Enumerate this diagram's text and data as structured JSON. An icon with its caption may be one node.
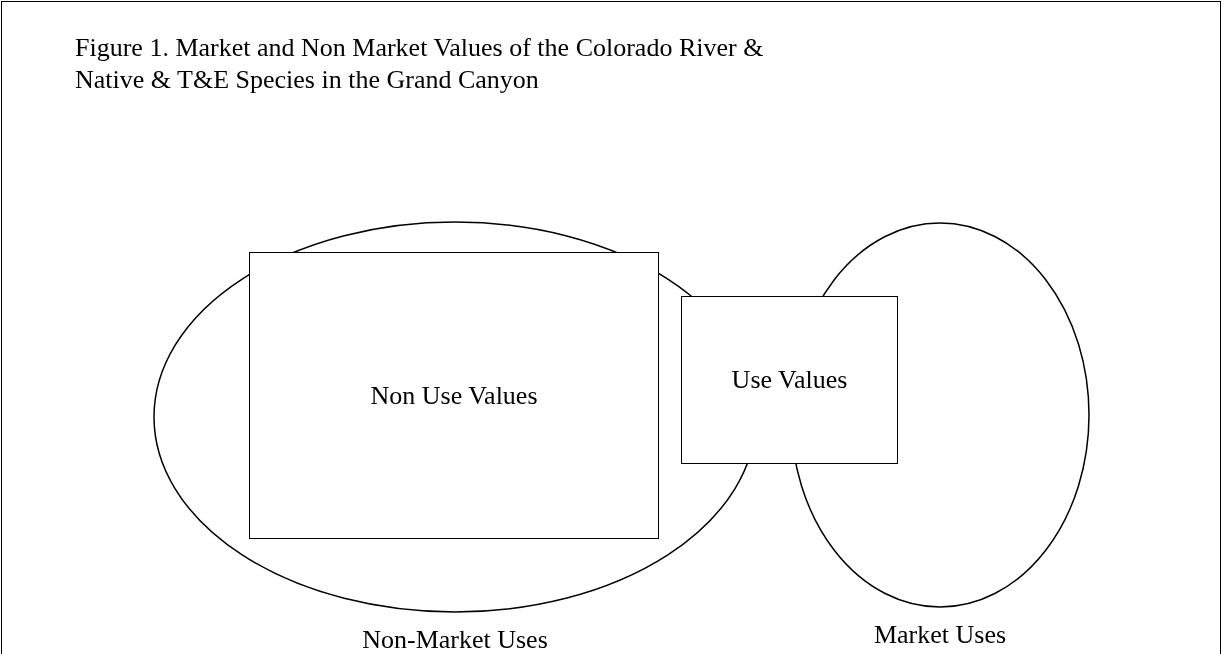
{
  "diagram": {
    "title": "Figure 1. Market and Non Market Values of the Colorado River & Native & T&E Species in the Grand Canyon",
    "nodes": [
      {
        "text": [
          "Non-Market Uses"
        ]
      },
      {
        "text": [
          "Market Uses"
        ]
      },
      {
        "text": [
          "Non Use Values"
        ],
        "in": 0
      },
      {
        "text": [
          "Use Values"
        ]
      }
    ]
  }
}
